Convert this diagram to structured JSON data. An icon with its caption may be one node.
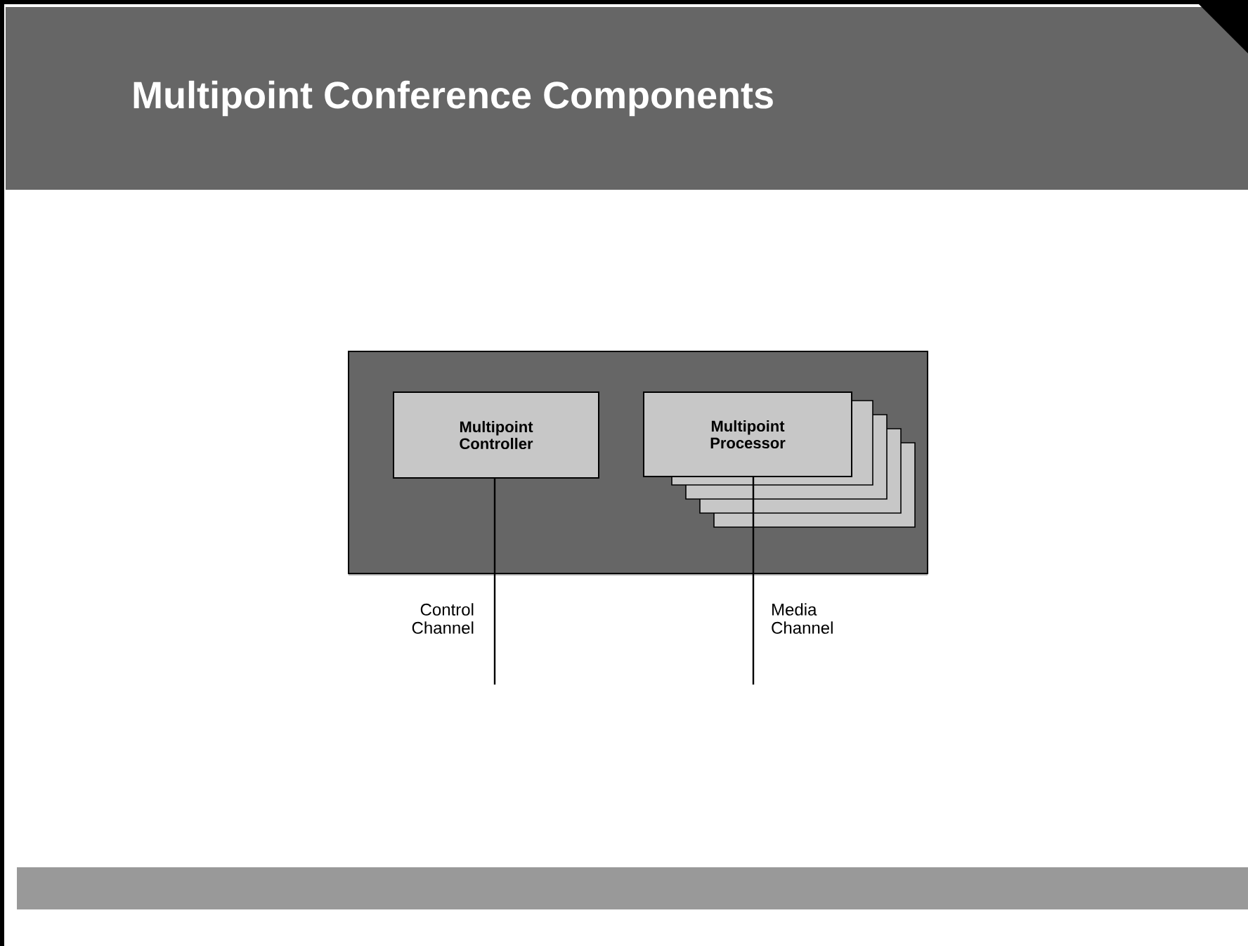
{
  "diagram": {
    "title": "Multipoint Conference Components",
    "nodes": [
      {
        "text": [],
        "shape": "box"
      },
      {
        "text": [
          "Multipoint Controller"
        ],
        "in": 0
      },
      {
        "text": [
          "Multipoint Processor"
        ],
        "in": 0
      }
    ],
    "edges": [
      {
        "from": 1,
        "to": null,
        "arrow": "none",
        "label": "Control Channel"
      },
      {
        "from": 2,
        "to": null,
        "arrow": "none",
        "label": "Media Channel"
      }
    ]
  }
}
